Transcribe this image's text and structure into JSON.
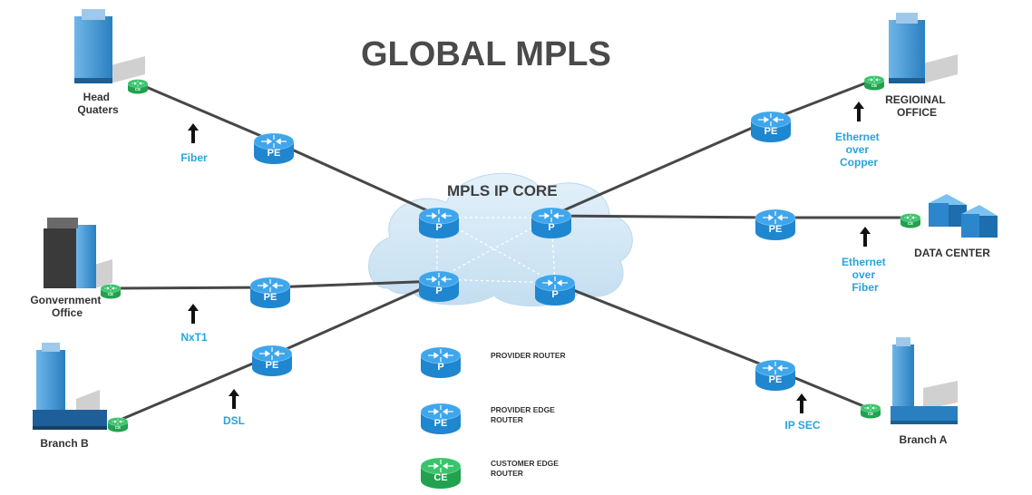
{
  "title": "GLOBAL MPLS",
  "core": {
    "label": "MPLS IP CORE"
  },
  "router_labels": {
    "provider": "P",
    "provider_edge": "PE",
    "customer_edge": "CE"
  },
  "sites": {
    "head_quarters": [
      "Head",
      "Quaters"
    ],
    "regional_office": [
      "REGIOINAL",
      "OFFICE"
    ],
    "data_center": [
      "DATA CENTER"
    ],
    "government_office": [
      "Gonvernment",
      "Office"
    ],
    "branch_b": [
      "Branch B"
    ],
    "branch_a": [
      "Branch A"
    ]
  },
  "links": {
    "fiber": [
      "Fiber"
    ],
    "ethernet_copper": [
      "Ethernet",
      "over",
      "Copper"
    ],
    "ethernet_fiber": [
      "Ethernet",
      "over",
      "Fiber"
    ],
    "nxt1": [
      "NxT1"
    ],
    "dsl": [
      "DSL"
    ],
    "ipsec": [
      "IP SEC"
    ]
  },
  "legend": [
    {
      "router": "provider",
      "text": [
        "PROVIDER ROUTER"
      ]
    },
    {
      "router": "provider_edge",
      "text": [
        "PROVIDER EDGE",
        "ROUTER"
      ]
    },
    {
      "router": "customer_edge",
      "text": [
        "CUSTOMER EDGE",
        "ROUTER"
      ]
    }
  ],
  "colors": {
    "router_blue": "#1f86d0",
    "router_blue_top": "#3ea6ec",
    "router_green": "#21a24f",
    "router_green_top": "#39c46b",
    "cloud": "#cfe6f5",
    "link": "#474747",
    "link_label": "#29a3dc",
    "title": "#4a4a4a"
  }
}
